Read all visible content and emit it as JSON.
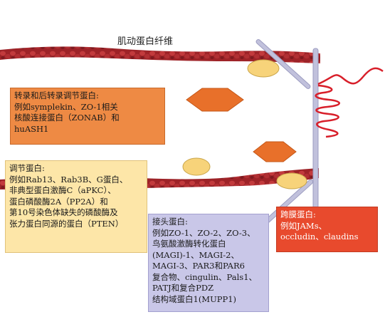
{
  "diagram": {
    "title": "肌动蛋白纤维",
    "transcription_box": {
      "lines": [
        "转录和后转录调节蛋白:",
        "例如symplekin、ZO-1相关",
        "核酸连接蛋白（ZONAB）和",
        "huASH1"
      ]
    },
    "regulatory_box": {
      "lines": [
        "调节蛋白:",
        "例如Rab13、Rab3B、G蛋白、",
        "非典型蛋白激酶C（aPKC）、",
        "蛋白磷酸酶2A（PP2A）和",
        "第10号染色体缺失的磷酸酶及",
        "张力蛋白同源的蛋白（PTEN）"
      ]
    },
    "adaptor_box": {
      "lines": [
        "接头蛋白:",
        "例如ZO-1、ZO-2、ZO-3、",
        "鸟氨酸激酶转化蛋白",
        "(MAGI)-1、MAGI-2、",
        "MAGI-3、PAR3和PAR6",
        "复合物、cingulin、Pals1、",
        "PATJ和复合PDZ",
        "结构域蛋白1(MUPP1)"
      ]
    },
    "transmembrane_box": {
      "lines": [
        "跨膜蛋白:",
        "例如JAMs、",
        "occludin、claudins"
      ]
    },
    "colors": {
      "actin": "#a8262c",
      "transcription_box": "#ee8a44",
      "regulatory_box": "#fde6a8",
      "adaptor_box": "#c9c7e8",
      "transmembrane_box": "#e84a2d",
      "hexagon": "#e8702a",
      "oval": "#f7d37a",
      "membrane_rod": "#b9b9d6",
      "wavy_protein": "#d81f2a"
    }
  }
}
